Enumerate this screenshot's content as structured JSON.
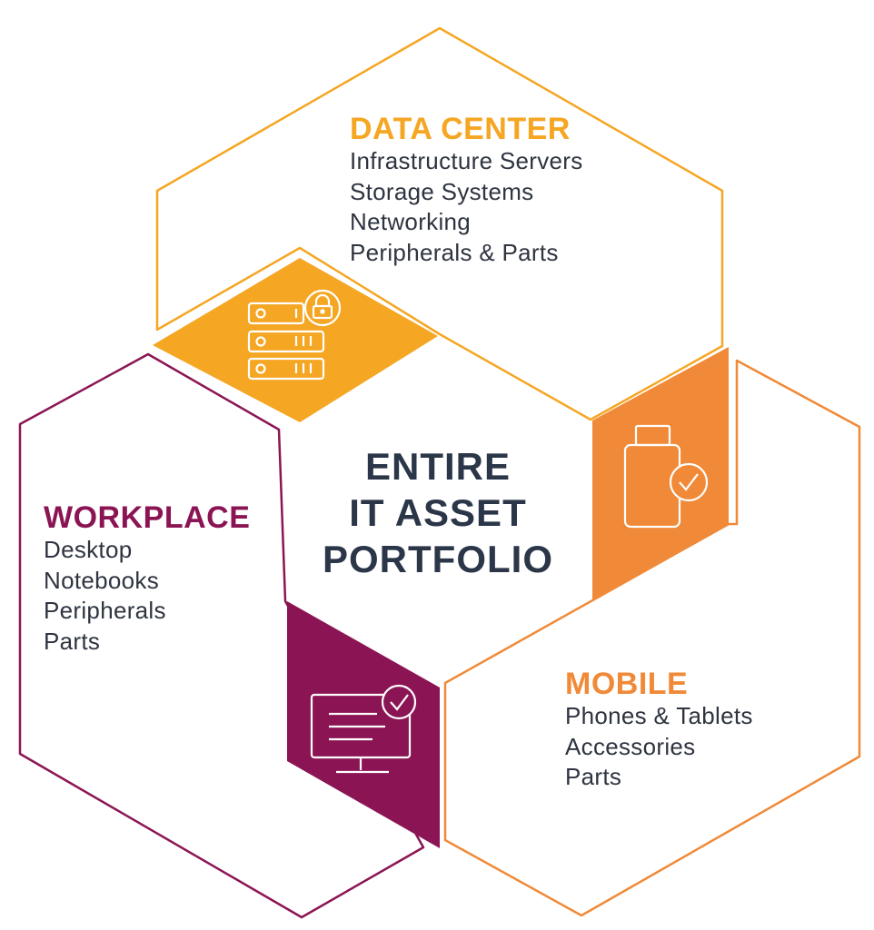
{
  "colors": {
    "data_center": "#f5a623",
    "mobile": "#f08a38",
    "workplace": "#8b1554",
    "text": "#2e3440",
    "center_text": "#2b3648"
  },
  "center": {
    "lines": [
      "ENTIRE",
      "IT ASSET",
      "PORTFOLIO"
    ]
  },
  "segments": {
    "data_center": {
      "title": "DATA CENTER",
      "items": [
        "Infrastructure Servers",
        "Storage Systems",
        "Networking",
        "Peripherals & Parts"
      ],
      "icon": "server-lock-icon"
    },
    "workplace": {
      "title": "WORKPLACE",
      "items": [
        "Desktop",
        "Notebooks",
        "Peripherals",
        "Parts"
      ],
      "icon": "monitor-check-icon"
    },
    "mobile": {
      "title": "MOBILE",
      "items": [
        "Phones & Tablets",
        "Accessories",
        "Parts"
      ],
      "icon": "usb-drive-check-icon"
    }
  }
}
